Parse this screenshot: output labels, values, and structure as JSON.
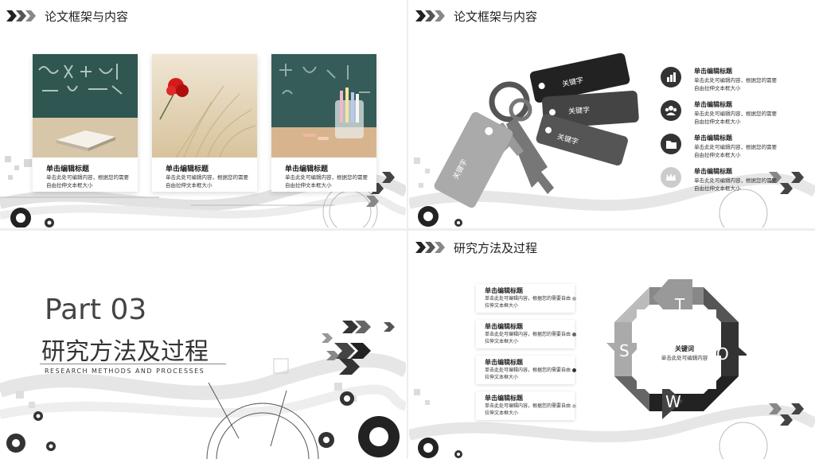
{
  "slide1": {
    "title": "论文框架与内容",
    "cards": [
      {
        "title": "单击编辑标题",
        "desc": "单击此处可编辑内容，根据您的需要自由拉伸文本框大小"
      },
      {
        "title": "单击编辑标题",
        "desc": "单击此处可编辑内容，根据您的需要自由拉伸文本框大小"
      },
      {
        "title": "单击编辑标题",
        "desc": "单击此处可编辑内容，根据您的需要自由拉伸文本框大小"
      }
    ]
  },
  "slide2": {
    "title": "论文框架与内容",
    "tags": [
      "关键字",
      "关键字",
      "关键字",
      "关键字"
    ],
    "items": [
      {
        "icon": "bar-chart-icon",
        "title": "单击编辑标题",
        "desc": "单击此处可编辑内容，根据您的需要自由拉伸文本框大小"
      },
      {
        "icon": "group-icon",
        "title": "单击编辑标题",
        "desc": "单击此处可编辑内容，根据您的需要自由拉伸文本框大小"
      },
      {
        "icon": "folder-icon",
        "title": "单击编辑标题",
        "desc": "单击此处可编辑内容，根据您的需要自由拉伸文本框大小"
      },
      {
        "icon": "crown-icon",
        "title": "单击编辑标题",
        "desc": "单击此处可编辑内容，根据您的需要自由拉伸文本框大小"
      }
    ]
  },
  "slide3": {
    "part": "Part 03",
    "title": "研究方法及过程",
    "subtitle": "RESEARCH METHODS AND PROCESSES"
  },
  "slide4": {
    "title": "研究方法及过程",
    "items": [
      {
        "title": "单击编辑标题",
        "desc": "单击此处可编辑内容，根据您的需要自由拉伸文本框大小"
      },
      {
        "title": "单击编辑标题",
        "desc": "单击此处可编辑内容，根据您的需要自由拉伸文本框大小"
      },
      {
        "title": "单击编辑标题",
        "desc": "单击此处可编辑内容，根据您的需要自由拉伸文本框大小"
      },
      {
        "title": "单击编辑标题",
        "desc": "单击此处可编辑内容，根据您的需要自由拉伸文本框大小"
      }
    ],
    "swot": {
      "s": "S",
      "w": "W",
      "o": "O",
      "t": "T"
    },
    "center_title": "关键词",
    "center_desc": "单击此处可编辑内容"
  },
  "colors": {
    "dark": "#333333",
    "mid": "#777777",
    "light": "#aaaaaa"
  }
}
